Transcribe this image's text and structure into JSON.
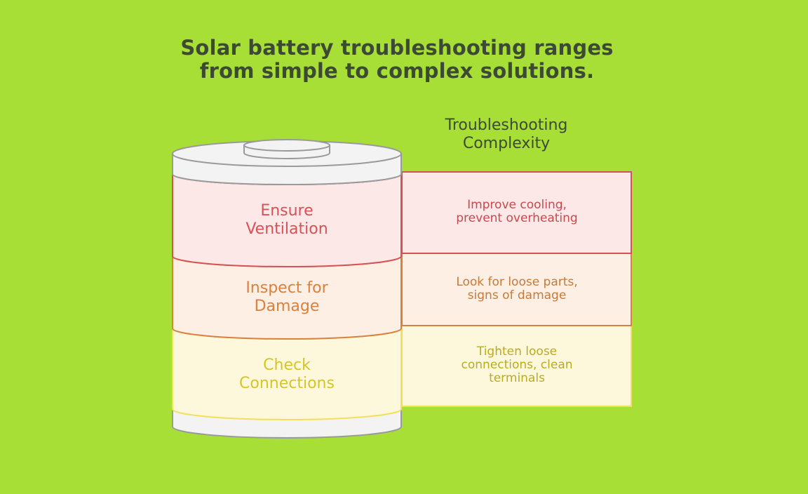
{
  "title": {
    "line1": "Solar battery troubleshooting ranges",
    "line2": "from simple to complex solutions."
  },
  "axis_label": {
    "line1": "Troubleshooting",
    "line2": "Complexity"
  },
  "layers": [
    {
      "label_line1": "Ensure",
      "label_line2": "Ventilation",
      "desc_lines": [
        "Improve cooling,",
        "prevent overheating"
      ],
      "color": "#d65257",
      "fill": "#fde8e8"
    },
    {
      "label_line1": "Inspect for",
      "label_line2": "Damage",
      "desc_lines": [
        "Look for loose parts,",
        "signs of damage"
      ],
      "color": "#d9813f",
      "fill": "#fdefe3"
    },
    {
      "label_line1": "Check",
      "label_line2": "Connections",
      "desc_lines": [
        "Tighten loose",
        "connections, clean",
        "terminals"
      ],
      "color": "#d3c52a",
      "fill": "#fdf8dc"
    }
  ],
  "colors": {
    "background": "#a8df37",
    "battery_shell": "#f3f3f3",
    "battery_outline": "#9a9a9a",
    "text_dark": "#3d4a33"
  }
}
